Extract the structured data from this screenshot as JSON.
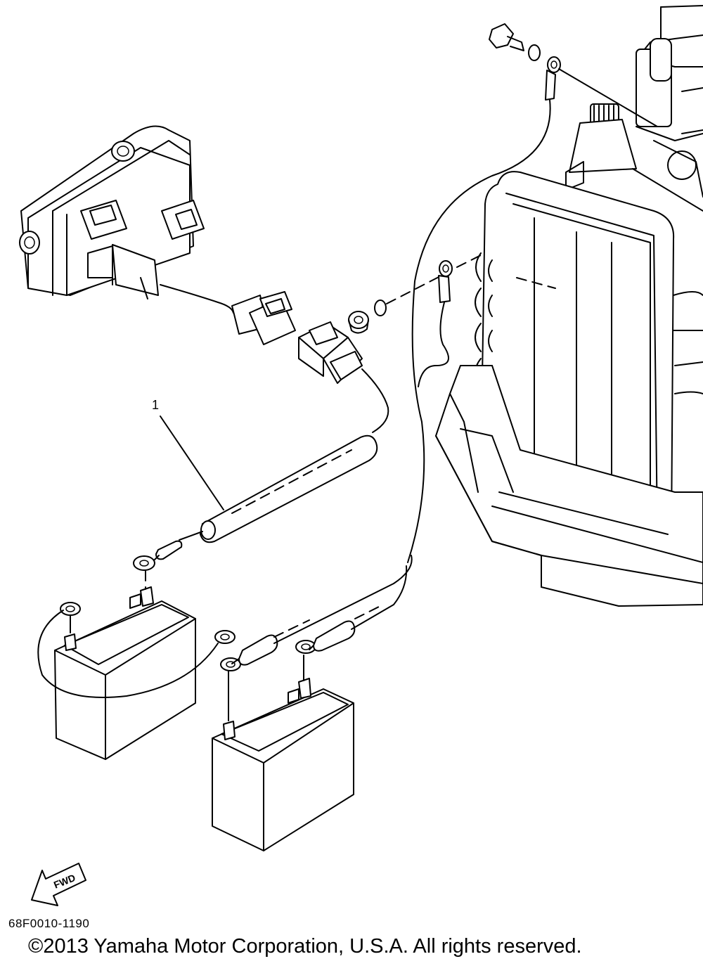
{
  "parts": {
    "callout_1": "1"
  },
  "orientation": {
    "fwd_label": "FWD"
  },
  "footer": {
    "diagram_code": "68F0010-1190",
    "copyright": "©2013 Yamaha Motor Corporation, U.S.A. All rights reserved."
  }
}
